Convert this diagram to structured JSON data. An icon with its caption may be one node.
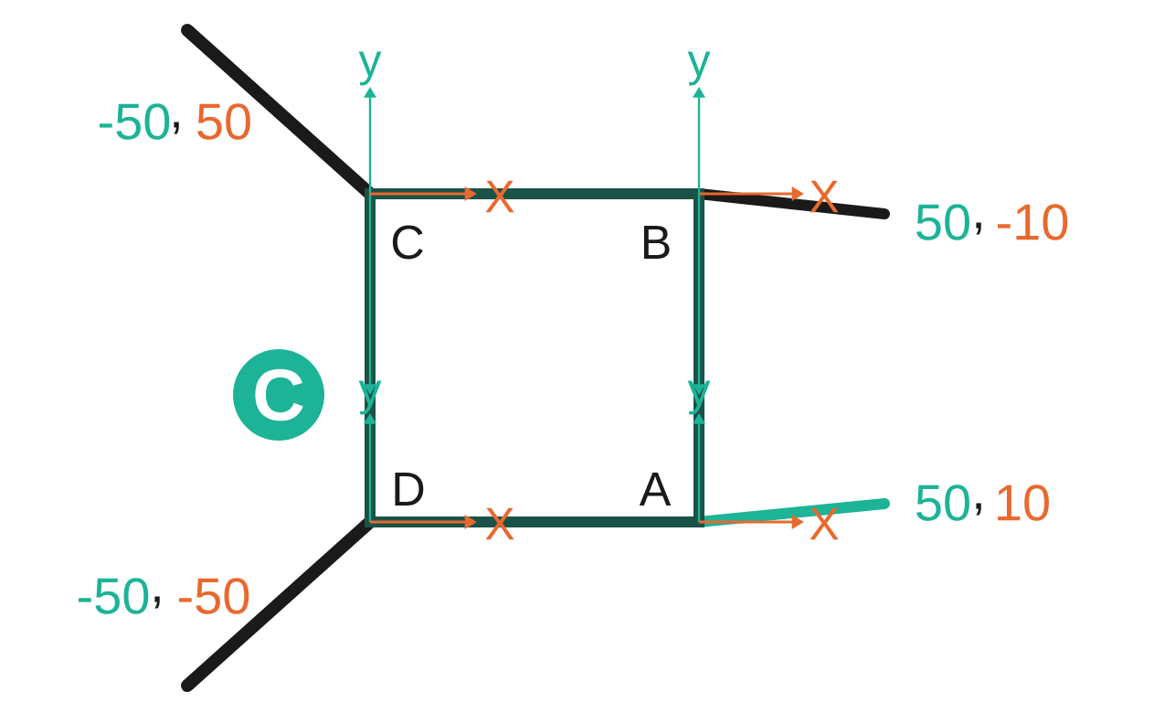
{
  "diagram": {
    "nodes": [
      {
        "text": [
          "C"
        ]
      }
    ],
    "labels": [
      "y",
      "y",
      "-50",
      ",",
      "50",
      "X",
      "X",
      "C",
      "B",
      "50",
      ",",
      "-10",
      "y",
      "y",
      "D",
      "A",
      "X",
      "X",
      "50",
      ",",
      "10",
      "-50",
      ",",
      "-50"
    ]
  }
}
